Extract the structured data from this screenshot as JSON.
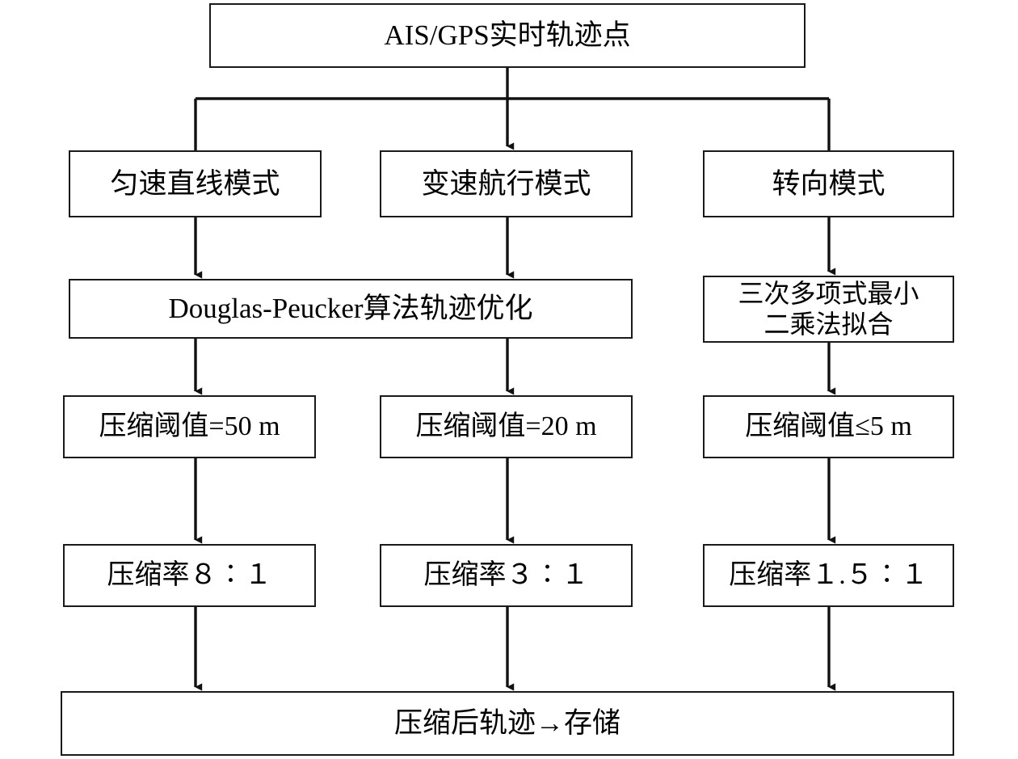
{
  "diagram": {
    "title": "AIS/GPS轨迹压缩流程图",
    "type": "flowchart",
    "orientation": "top-down",
    "stroke_color": "#1a1a1a",
    "background_color": "#ffffff",
    "text_color": "#000000"
  },
  "nodes": {
    "source": {
      "id": "source",
      "label": "AIS/GPS实时轨迹点",
      "shape": "rectangle"
    },
    "mode_uniform": {
      "id": "mode_uniform",
      "label": "匀速直线模式",
      "shape": "rectangle"
    },
    "mode_variable": {
      "id": "mode_variable",
      "label": "变速航行模式",
      "shape": "rectangle"
    },
    "mode_turning": {
      "id": "mode_turning",
      "label": "转向模式",
      "shape": "rectangle"
    },
    "proc_douglas_peucker": {
      "id": "proc_douglas_peucker",
      "label": "Douglas-Peucker算法轨迹优化",
      "shape": "rectangle"
    },
    "proc_least_squares": {
      "id": "proc_least_squares",
      "label": "三次多项式最小\n二乘法拟合",
      "shape": "rectangle"
    },
    "threshold_uniform": {
      "id": "threshold_uniform",
      "label": "压缩阈值=50 m",
      "value": 50,
      "unit": "m",
      "operator": "=",
      "shape": "rectangle"
    },
    "threshold_variable": {
      "id": "threshold_variable",
      "label": "压缩阈值=20 m",
      "value": 20,
      "unit": "m",
      "operator": "=",
      "shape": "rectangle"
    },
    "threshold_turning": {
      "id": "threshold_turning",
      "label": "压缩阈值≤5 m",
      "value": 5,
      "unit": "m",
      "operator": "≤",
      "shape": "rectangle"
    },
    "rate_uniform": {
      "id": "rate_uniform",
      "label": "压缩率８∶１",
      "ratio": "8:1",
      "shape": "rectangle"
    },
    "rate_variable": {
      "id": "rate_variable",
      "label": "压缩率３∶１",
      "ratio": "3:1",
      "shape": "rectangle"
    },
    "rate_turning": {
      "id": "rate_turning",
      "label": "压缩率１.５∶１",
      "ratio": "1.5:1",
      "shape": "rectangle"
    },
    "sink": {
      "id": "sink",
      "label": "压缩后轨迹→存储",
      "shape": "rectangle"
    }
  },
  "edges": [
    {
      "from": "source",
      "to": "mode_uniform",
      "style": "orthogonal",
      "arrowhead": false
    },
    {
      "from": "source",
      "to": "mode_variable",
      "style": "straight",
      "arrowhead": true
    },
    {
      "from": "source",
      "to": "mode_turning",
      "style": "orthogonal",
      "arrowhead": false
    },
    {
      "from": "mode_uniform",
      "to": "proc_douglas_peucker",
      "style": "straight",
      "arrowhead": true
    },
    {
      "from": "mode_variable",
      "to": "proc_douglas_peucker",
      "style": "straight",
      "arrowhead": true
    },
    {
      "from": "mode_turning",
      "to": "proc_least_squares",
      "style": "straight",
      "arrowhead": true
    },
    {
      "from": "proc_douglas_peucker",
      "to": "threshold_uniform",
      "style": "straight",
      "arrowhead": true
    },
    {
      "from": "proc_douglas_peucker",
      "to": "threshold_variable",
      "style": "straight",
      "arrowhead": true
    },
    {
      "from": "proc_least_squares",
      "to": "threshold_turning",
      "style": "straight",
      "arrowhead": true
    },
    {
      "from": "threshold_uniform",
      "to": "rate_uniform",
      "style": "straight",
      "arrowhead": true
    },
    {
      "from": "threshold_variable",
      "to": "rate_variable",
      "style": "straight",
      "arrowhead": true
    },
    {
      "from": "threshold_turning",
      "to": "rate_turning",
      "style": "straight",
      "arrowhead": true
    },
    {
      "from": "rate_uniform",
      "to": "sink",
      "style": "straight",
      "arrowhead": true
    },
    {
      "from": "rate_variable",
      "to": "sink",
      "style": "straight",
      "arrowhead": true
    },
    {
      "from": "rate_turning",
      "to": "sink",
      "style": "straight",
      "arrowhead": true
    }
  ]
}
